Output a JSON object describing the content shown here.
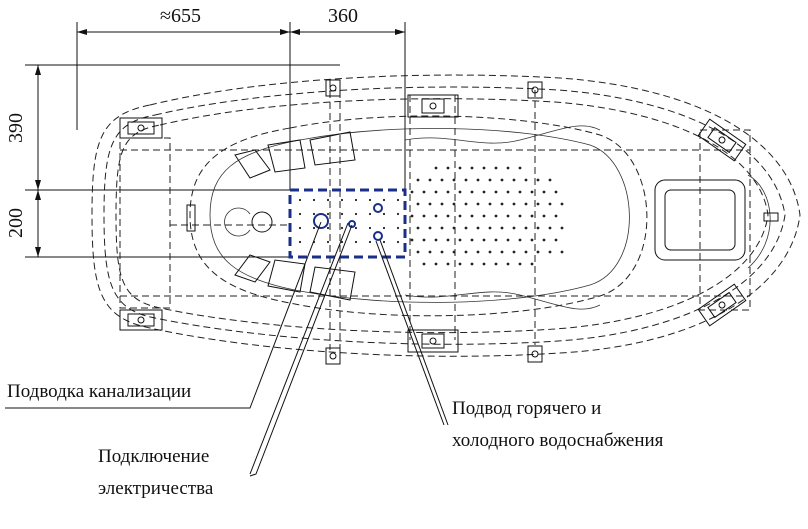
{
  "dimensions": {
    "width_left": "≈655",
    "width_right": "360",
    "height_top": "390",
    "height_bottom": "200"
  },
  "callouts": {
    "drain": "Подводка канализации",
    "electric_line1": "Подключение",
    "electric_line2": "электричества",
    "water_line1": "Подвод горячего и",
    "water_line2": "холодного водоснабжения"
  },
  "colors": {
    "ink": "#111111",
    "connection_zone": "#1a2f8a"
  }
}
